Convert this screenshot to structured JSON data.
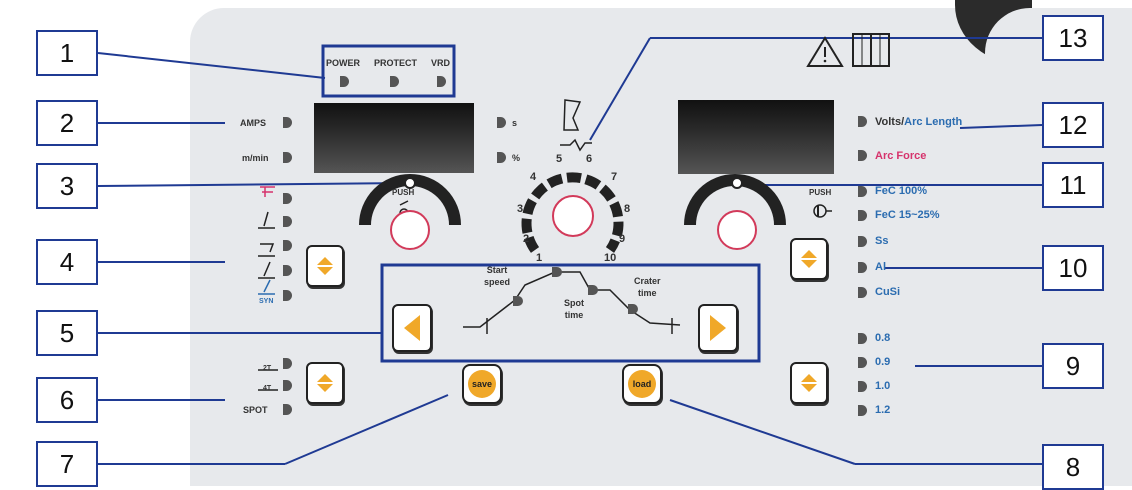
{
  "callouts": [
    "1",
    "2",
    "3",
    "4",
    "5",
    "6",
    "7",
    "8",
    "9",
    "10",
    "11",
    "12",
    "13"
  ],
  "status_leds": {
    "power": "POWER",
    "protect": "PROTECT",
    "vrd": "VRD"
  },
  "left_display": {
    "amps": "AMPS",
    "mmin": "m/min",
    "s": "s",
    "pct": "%"
  },
  "push_label": "PUSH",
  "right_display": {
    "volts": "Volts/",
    "arc_length": "Arc Length",
    "arc_force": "Arc Force"
  },
  "materials": [
    "FeC 100%",
    "FeC 15~25%",
    "Ss",
    "Al",
    "CuSi"
  ],
  "wire_sizes": [
    "0.8",
    "0.9",
    "1.0",
    "1.2"
  ],
  "dial_numbers": [
    "1",
    "2",
    "3",
    "4",
    "5",
    "6",
    "7",
    "8",
    "9",
    "10"
  ],
  "process": {
    "syn": "SYN"
  },
  "trigger_modes": {
    "two_t": "2T",
    "four_t": "4T",
    "spot": "SPOT"
  },
  "sequence": {
    "start_speed_line1": "Start",
    "start_speed_line2": "speed",
    "spot_time_line1": "Spot",
    "spot_time_line2": "time",
    "crater_time_line1": "Crater",
    "crater_time_line2": "time"
  },
  "buttons": {
    "save": "save",
    "load": "load"
  },
  "colors": {
    "callout_border": "#1f3a93",
    "accent_orange": "#f0a829",
    "knob_ring": "#d23a5a",
    "label_blue": "#2b6cb0",
    "label_pink": "#d6336c"
  }
}
